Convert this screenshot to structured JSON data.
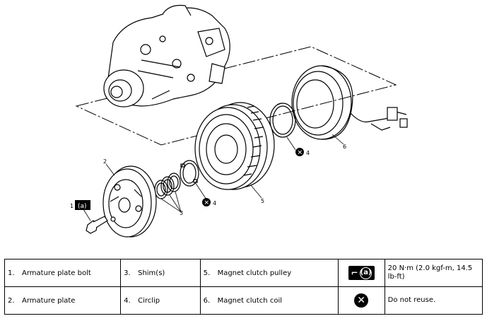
{
  "diagram": {
    "callouts": {
      "c1": "1",
      "c1_badge": "(a)",
      "c2": "2",
      "c3": "3",
      "c4a": "4",
      "c4b": "4",
      "c5": "5",
      "c6": "6"
    }
  },
  "legend": {
    "rows": [
      [
        {
          "num": "1.",
          "label": "Armature plate bolt"
        },
        {
          "num": "3.",
          "label": "Shim(s)"
        },
        {
          "num": "5.",
          "label": "Magnet clutch pulley"
        }
      ],
      [
        {
          "num": "2.",
          "label": "Armature plate"
        },
        {
          "num": "4.",
          "label": "Circlip"
        },
        {
          "num": "6.",
          "label": "Magnet clutch coil"
        }
      ]
    ],
    "torque_badge": "(a)",
    "torque_text": "20 N·m (2.0 kgf-m, 14.5 lb-ft)",
    "noreuse_symbol": "✕",
    "noreuse_text": "Do not reuse."
  }
}
